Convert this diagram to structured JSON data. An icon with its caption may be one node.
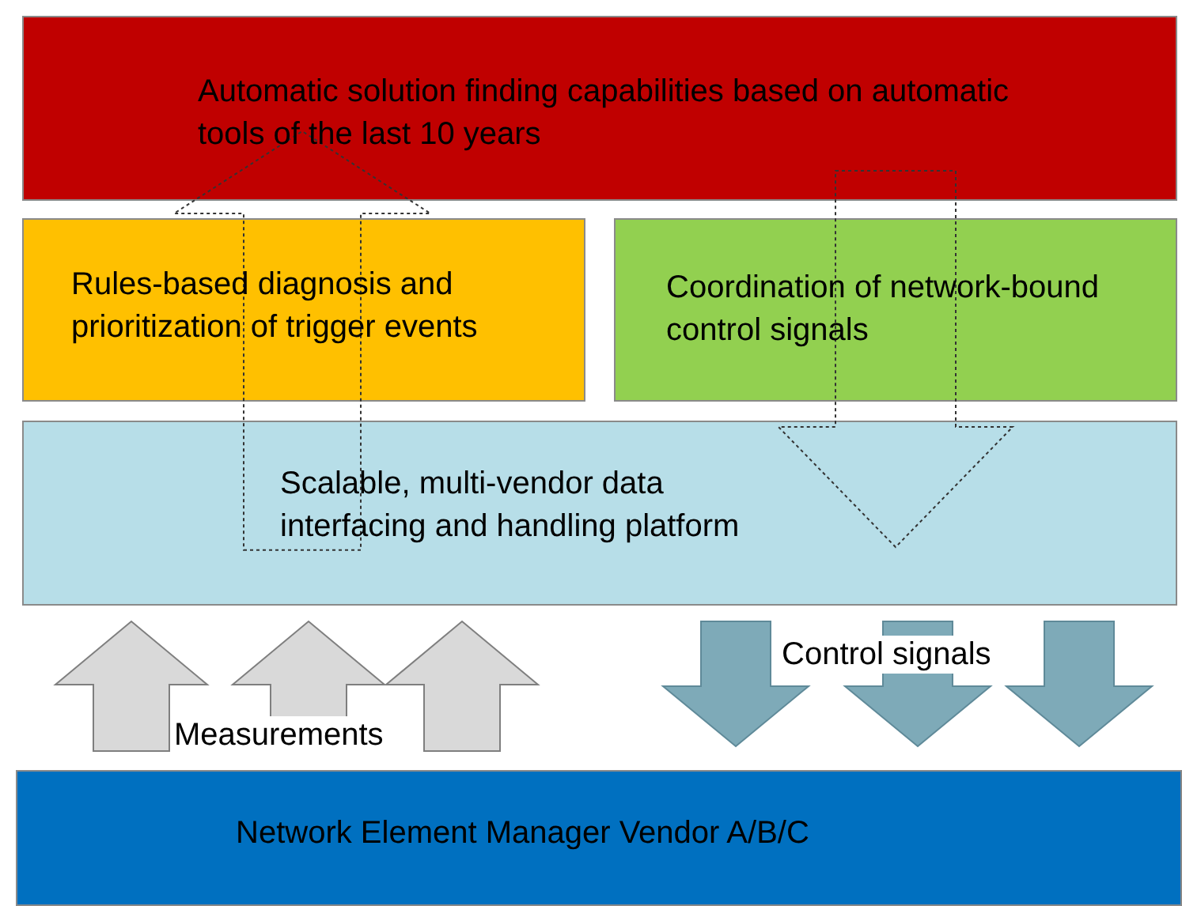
{
  "diagram": {
    "nodes": [
      {
        "text": [
          "Automatic solution finding capabilities based on automatic tools of the last 10 years"
        ]
      },
      {
        "text": [
          "Rules-based diagnosis and prioritization of trigger events"
        ]
      },
      {
        "text": [
          "Coordination of network-bound control signals"
        ]
      },
      {
        "text": [
          "Scalable, multi-vendor data interfacing and handling platform"
        ]
      },
      {
        "text": [
          "Network Element Manager Vendor A/B/C"
        ]
      }
    ],
    "edges": [
      {
        "from": 3,
        "to": 0,
        "arrow": "to",
        "style": "dashed"
      },
      {
        "from": 0,
        "to": 3,
        "arrow": "to",
        "style": "dashed"
      },
      {
        "from": 4,
        "to": 3,
        "arrow": "to"
      },
      {
        "from": 4,
        "to": 3,
        "arrow": "to",
        "label": "Measurements"
      },
      {
        "from": 4,
        "to": 3,
        "arrow": "to"
      },
      {
        "from": 3,
        "to": 4,
        "arrow": "to",
        "color": "#7eaab8"
      },
      {
        "from": 3,
        "to": 4,
        "arrow": "to",
        "label": "Control signals",
        "color": "#7eaab8"
      },
      {
        "from": 3,
        "to": 4,
        "arrow": "to",
        "color": "#7eaab8"
      }
    ]
  }
}
